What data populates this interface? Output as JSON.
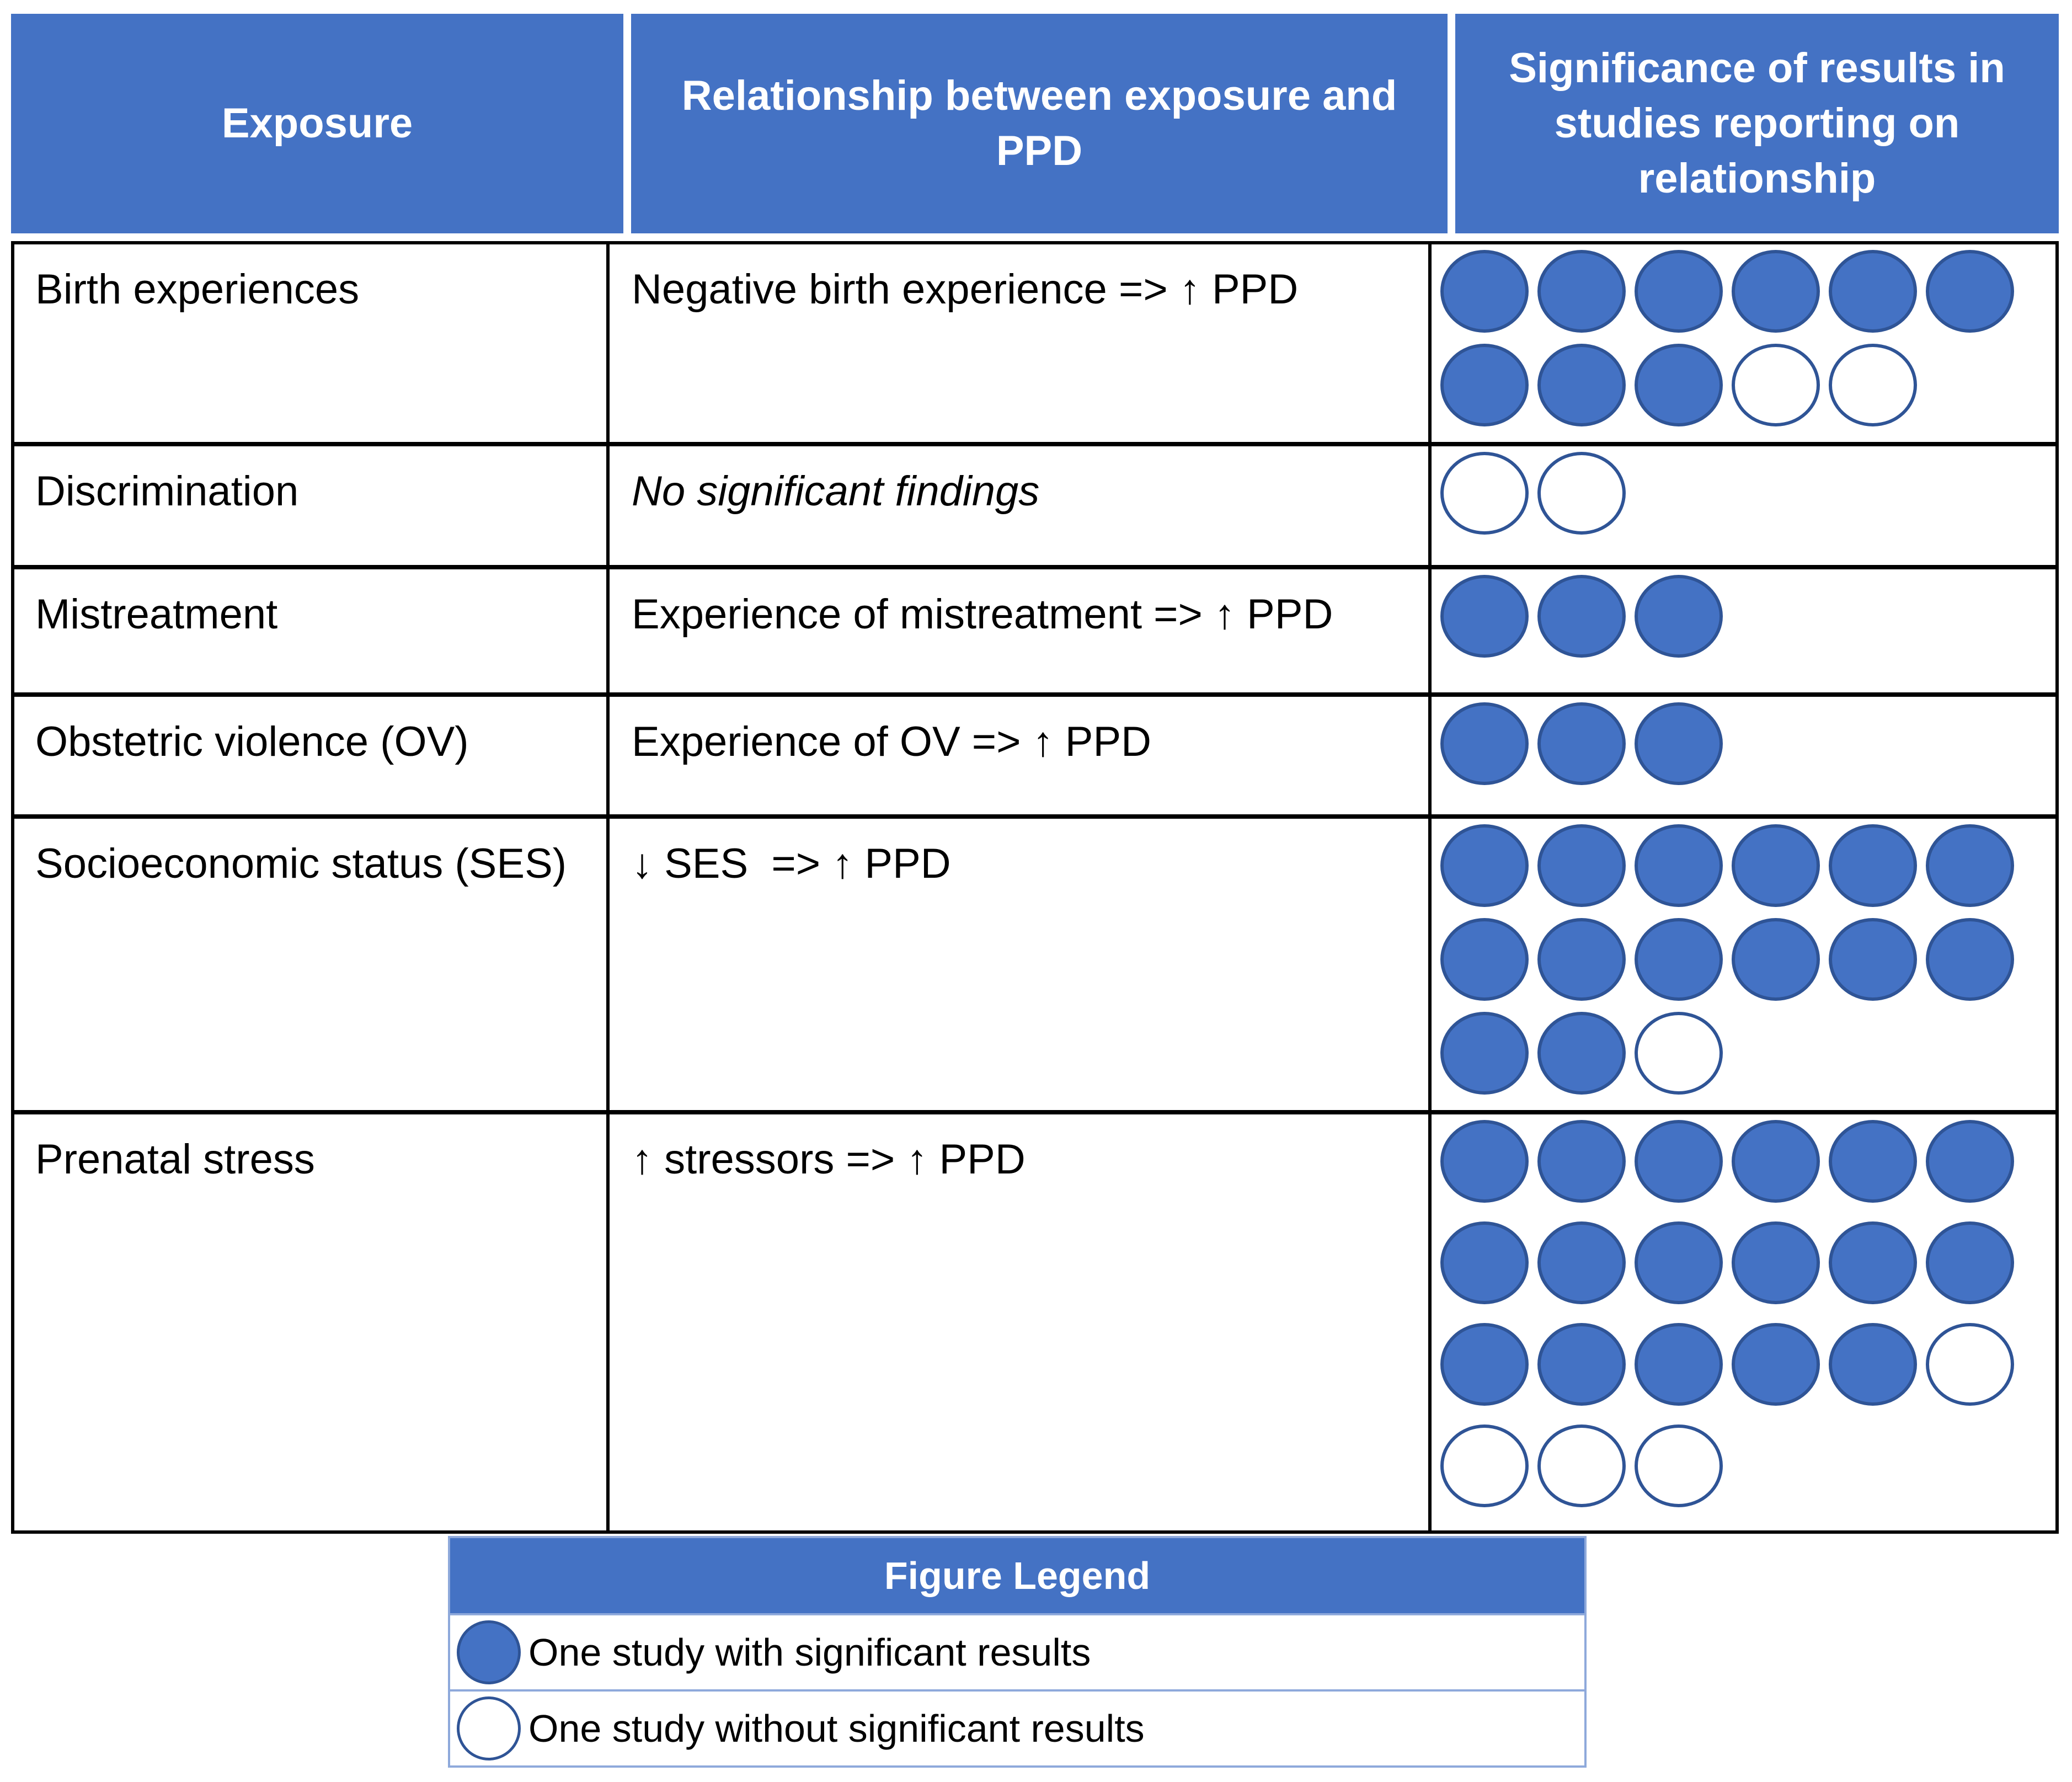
{
  "colors": {
    "header_blue": "#4472C4",
    "circle_fill": "#4472C4",
    "circle_border": "#2F5496",
    "legend_border": "#8EA9DB",
    "table_border": "#000000",
    "header_text": "#ffffff",
    "body_text": "#000000"
  },
  "table": {
    "headers": [
      "Exposure",
      "Relationship between exposure and PPD",
      "Significance of results in studies reporting on relationship"
    ],
    "rows": [
      {
        "exposure": "Birth experiences",
        "relationship": "Negative birth experience => ↑ PPD",
        "relationship_italic": false,
        "circle_rows": [
          [
            1,
            1,
            1,
            1,
            1,
            1
          ],
          [
            1,
            1,
            1,
            0,
            0
          ]
        ]
      },
      {
        "exposure": "Discrimination",
        "relationship": "No significant findings",
        "relationship_italic": true,
        "circle_rows": [
          [
            0,
            0
          ]
        ]
      },
      {
        "exposure": "Mistreatment",
        "relationship": "Experience of mistreatment => ↑ PPD",
        "relationship_italic": false,
        "circle_rows": [
          [
            1,
            1,
            1
          ]
        ]
      },
      {
        "exposure": "Obstetric violence (OV)",
        "relationship": "Experience of OV => ↑ PPD",
        "relationship_italic": false,
        "circle_rows": [
          [
            1,
            1,
            1
          ]
        ]
      },
      {
        "exposure": "Socioeconomic status (SES)",
        "relationship": "↓ SES  => ↑ PPD",
        "relationship_italic": false,
        "circle_rows": [
          [
            1,
            1,
            1,
            1,
            1,
            1
          ],
          [
            1,
            1,
            1,
            1,
            1,
            1
          ],
          [
            1,
            1,
            0
          ]
        ]
      },
      {
        "exposure": "Prenatal stress",
        "relationship": "↑ stressors => ↑ PPD",
        "relationship_italic": false,
        "circle_rows": [
          [
            1,
            1,
            1,
            1,
            1,
            1
          ],
          [
            1,
            1,
            1,
            1,
            1,
            1
          ],
          [
            1,
            1,
            1,
            1,
            1,
            0
          ],
          [
            0,
            0,
            0
          ]
        ]
      }
    ]
  },
  "legend": {
    "title": "Figure Legend",
    "items": [
      {
        "circle": "filled",
        "label": "One study with significant results"
      },
      {
        "circle": "empty",
        "label": "One study without significant results"
      }
    ]
  },
  "chart_data": {
    "type": "table",
    "columns": [
      "Exposure",
      "Relationship between exposure and PPD",
      "Significance of results in studies reporting on relationship"
    ],
    "rows": [
      {
        "exposure": "Birth experiences",
        "relationship": "Negative birth experience => ↑ PPD",
        "studies_significant": 9,
        "studies_not_significant": 2
      },
      {
        "exposure": "Discrimination",
        "relationship": "No significant findings",
        "studies_significant": 0,
        "studies_not_significant": 2
      },
      {
        "exposure": "Mistreatment",
        "relationship": "Experience of mistreatment => ↑ PPD",
        "studies_significant": 3,
        "studies_not_significant": 0
      },
      {
        "exposure": "Obstetric violence (OV)",
        "relationship": "Experience of OV => ↑ PPD",
        "studies_significant": 3,
        "studies_not_significant": 0
      },
      {
        "exposure": "Socioeconomic status (SES)",
        "relationship": "↓ SES  => ↑ PPD",
        "studies_significant": 14,
        "studies_not_significant": 1
      },
      {
        "exposure": "Prenatal stress",
        "relationship": "↑ stressors => ↑ PPD",
        "studies_significant": 17,
        "studies_not_significant": 4
      }
    ],
    "legend": [
      "Filled circle = One study with significant results",
      "Empty circle = One study without significant results"
    ],
    "layout": {
      "grid": false,
      "legend_position": "bottom-center"
    }
  }
}
